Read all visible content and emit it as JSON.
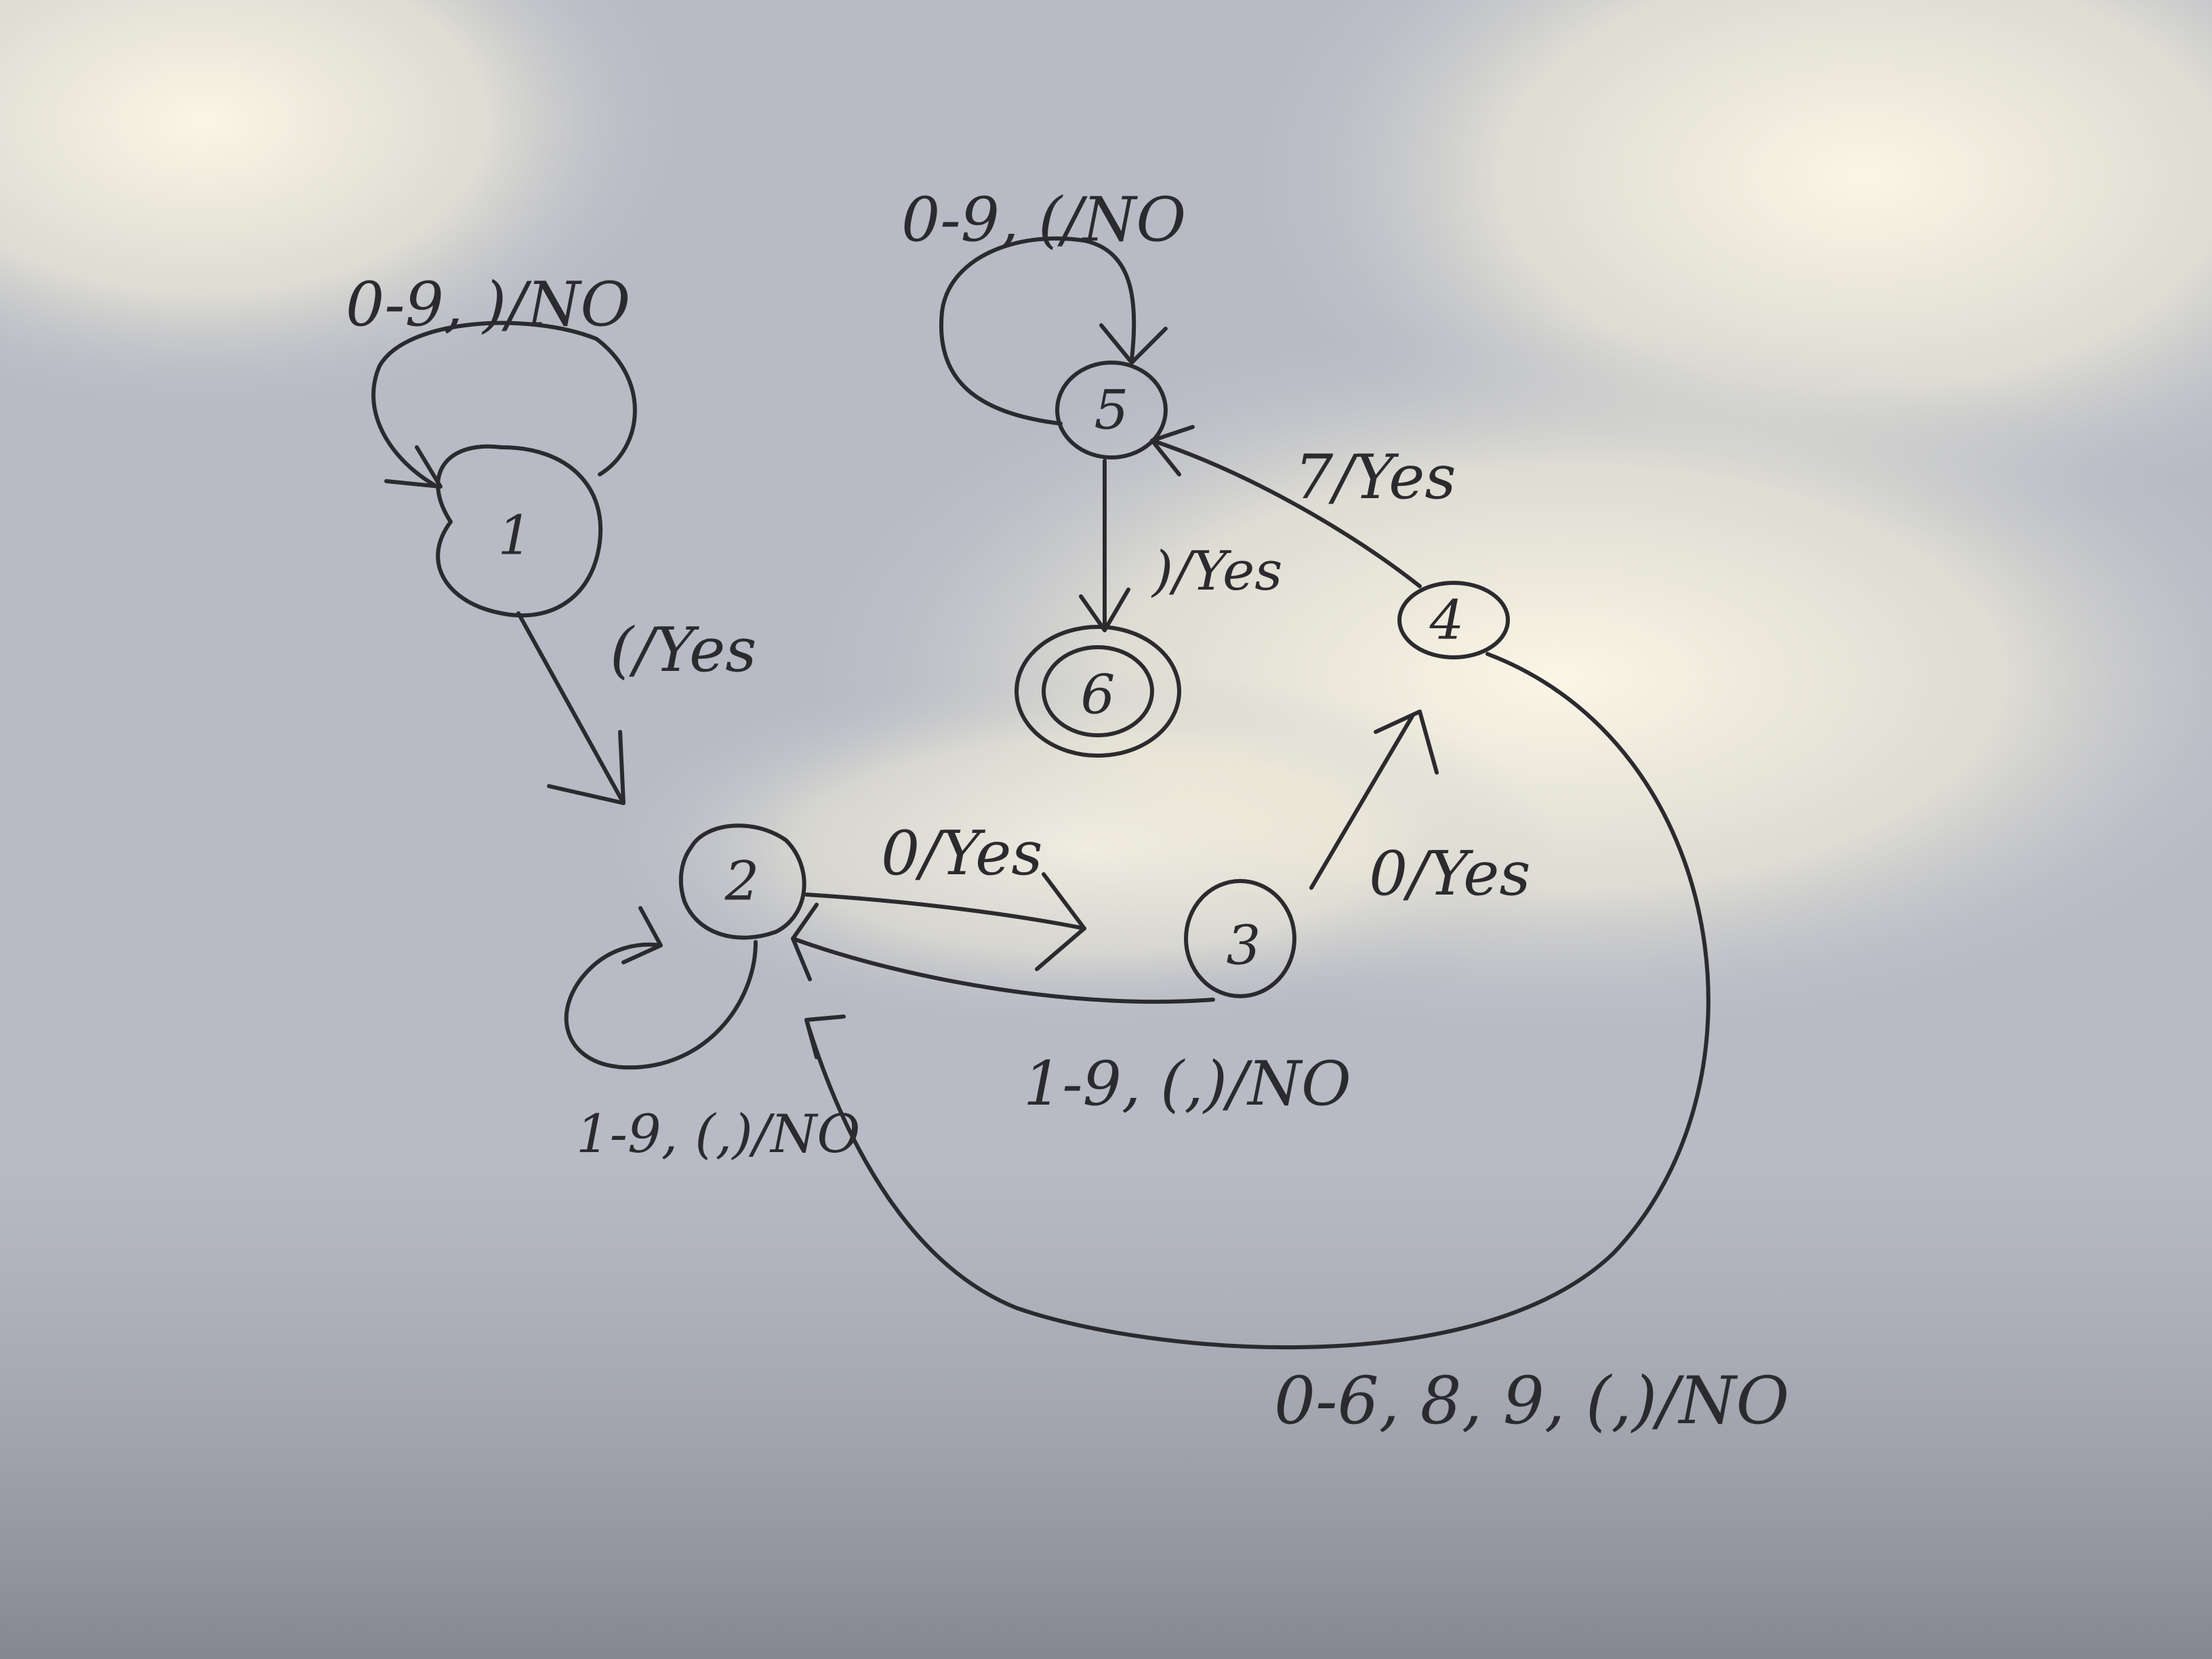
{
  "diagram": {
    "type": "finite-state-machine",
    "states": [
      {
        "id": "1",
        "label": "1",
        "accepting": false
      },
      {
        "id": "2",
        "label": "2",
        "accepting": false
      },
      {
        "id": "3",
        "label": "3",
        "accepting": false
      },
      {
        "id": "4",
        "label": "4",
        "accepting": false
      },
      {
        "id": "5",
        "label": "5",
        "accepting": false
      },
      {
        "id": "6",
        "label": "6",
        "accepting": true
      }
    ],
    "transitions": [
      {
        "from": "1",
        "to": "1",
        "label": "0-9, )/NO"
      },
      {
        "from": "1",
        "to": "2",
        "label": "(/Yes"
      },
      {
        "from": "2",
        "to": "2",
        "label": "1-9, (,)/NO"
      },
      {
        "from": "2",
        "to": "3",
        "label": "0/Yes"
      },
      {
        "from": "3",
        "to": "2",
        "label": "1-9, (,)/NO"
      },
      {
        "from": "3",
        "to": "4",
        "label": "0/Yes"
      },
      {
        "from": "4",
        "to": "5",
        "label": "7/Yes"
      },
      {
        "from": "4",
        "to": "2",
        "label": "0-6, 8, 9, (,)/NO"
      },
      {
        "from": "5",
        "to": "5",
        "label": "0-9, (/NO"
      },
      {
        "from": "5",
        "to": "6",
        "label": ")/Yes"
      }
    ]
  },
  "colors": {
    "ink": "#2b2b2f",
    "paper_light": "#f3efe2",
    "paper_shadow": "#9a9ea9"
  }
}
